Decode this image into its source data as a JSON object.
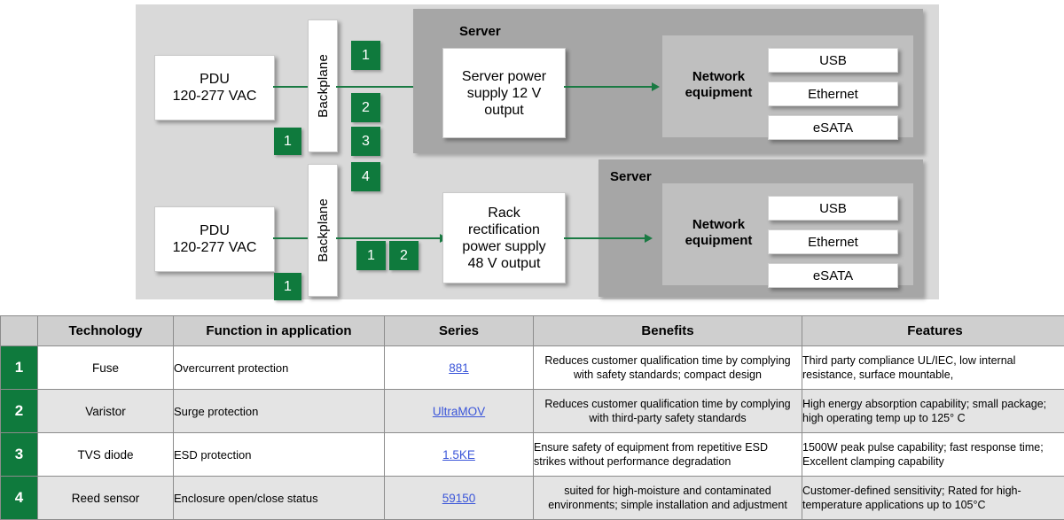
{
  "diagram": {
    "pdu_top": "PDU\n120-277 VAC",
    "pdu_top_l1": "PDU",
    "pdu_top_l2": "120-277 VAC",
    "pdu_bottom_l1": "PDU",
    "pdu_bottom_l2": "120-277 VAC",
    "backplane_top": "Backplane",
    "backplane_bottom": "Backplane",
    "markers_top_left": [
      "1"
    ],
    "markers_top_stack": [
      "1",
      "2",
      "3",
      "4"
    ],
    "markers_bottom_left": [
      "1"
    ],
    "markers_bottom_row": [
      "1",
      "2"
    ],
    "psu_top_l1": "Server power",
    "psu_top_l2": "supply 12 V",
    "psu_top_l3": "output",
    "psu_bottom_l1": "Rack",
    "psu_bottom_l2": "rectification",
    "psu_bottom_l3": "power supply",
    "psu_bottom_l4": "48 V output",
    "server_label_top": "Server",
    "server_label_bottom": "Server",
    "network_label_top_l1": "Network",
    "network_label_top_l2": "equipment",
    "network_label_bottom_l1": "Network",
    "network_label_bottom_l2": "equipment",
    "ports_top": [
      "USB",
      "Ethernet",
      "eSATA"
    ],
    "ports_bottom": [
      "USB",
      "Ethernet",
      "eSATA"
    ],
    "colors": {
      "panel_bg": "#d9d9d9",
      "server_bg": "#a6a6a6",
      "network_bg": "#bfbfbf",
      "marker_green": "#0f7a3d",
      "connector_green": "#1a7a43"
    }
  },
  "table": {
    "headers": [
      "",
      "Technology",
      "Function in application",
      "Series",
      "Benefits",
      "Features"
    ],
    "rows": [
      {
        "idx": "1",
        "technology": "Fuse",
        "function": "Overcurrent protection",
        "series": "881",
        "benefits": "Reduces customer qualification time by complying with safety standards; compact design",
        "features": "Third party compliance UL/IEC, low internal resistance, surface mountable,"
      },
      {
        "idx": "2",
        "technology": "Varistor",
        "function": "Surge protection",
        "series": "UltraMOV",
        "benefits": "Reduces customer qualification time by complying with third-party safety standards",
        "features": "High energy absorption capability; small package; high operating temp up to 125° C"
      },
      {
        "idx": "3",
        "technology": "TVS diode",
        "function": "ESD protection",
        "series": "1.5KE",
        "benefits": "Ensure safety of equipment from repetitive ESD strikes  without performance degradation",
        "features": "1500W peak pulse capability; fast response time; Excellent clamping capability"
      },
      {
        "idx": "4",
        "technology": "Reed sensor",
        "function": "Enclosure open/close status",
        "series": "59150",
        "benefits": "suited for high-moisture and contaminated environments; simple installation and adjustment",
        "features": "Customer-defined sensitivity; Rated for high-temperature applications up to 105°C"
      }
    ],
    "link_color": "#3a55d9",
    "index_bg": "#0f7a3d"
  }
}
